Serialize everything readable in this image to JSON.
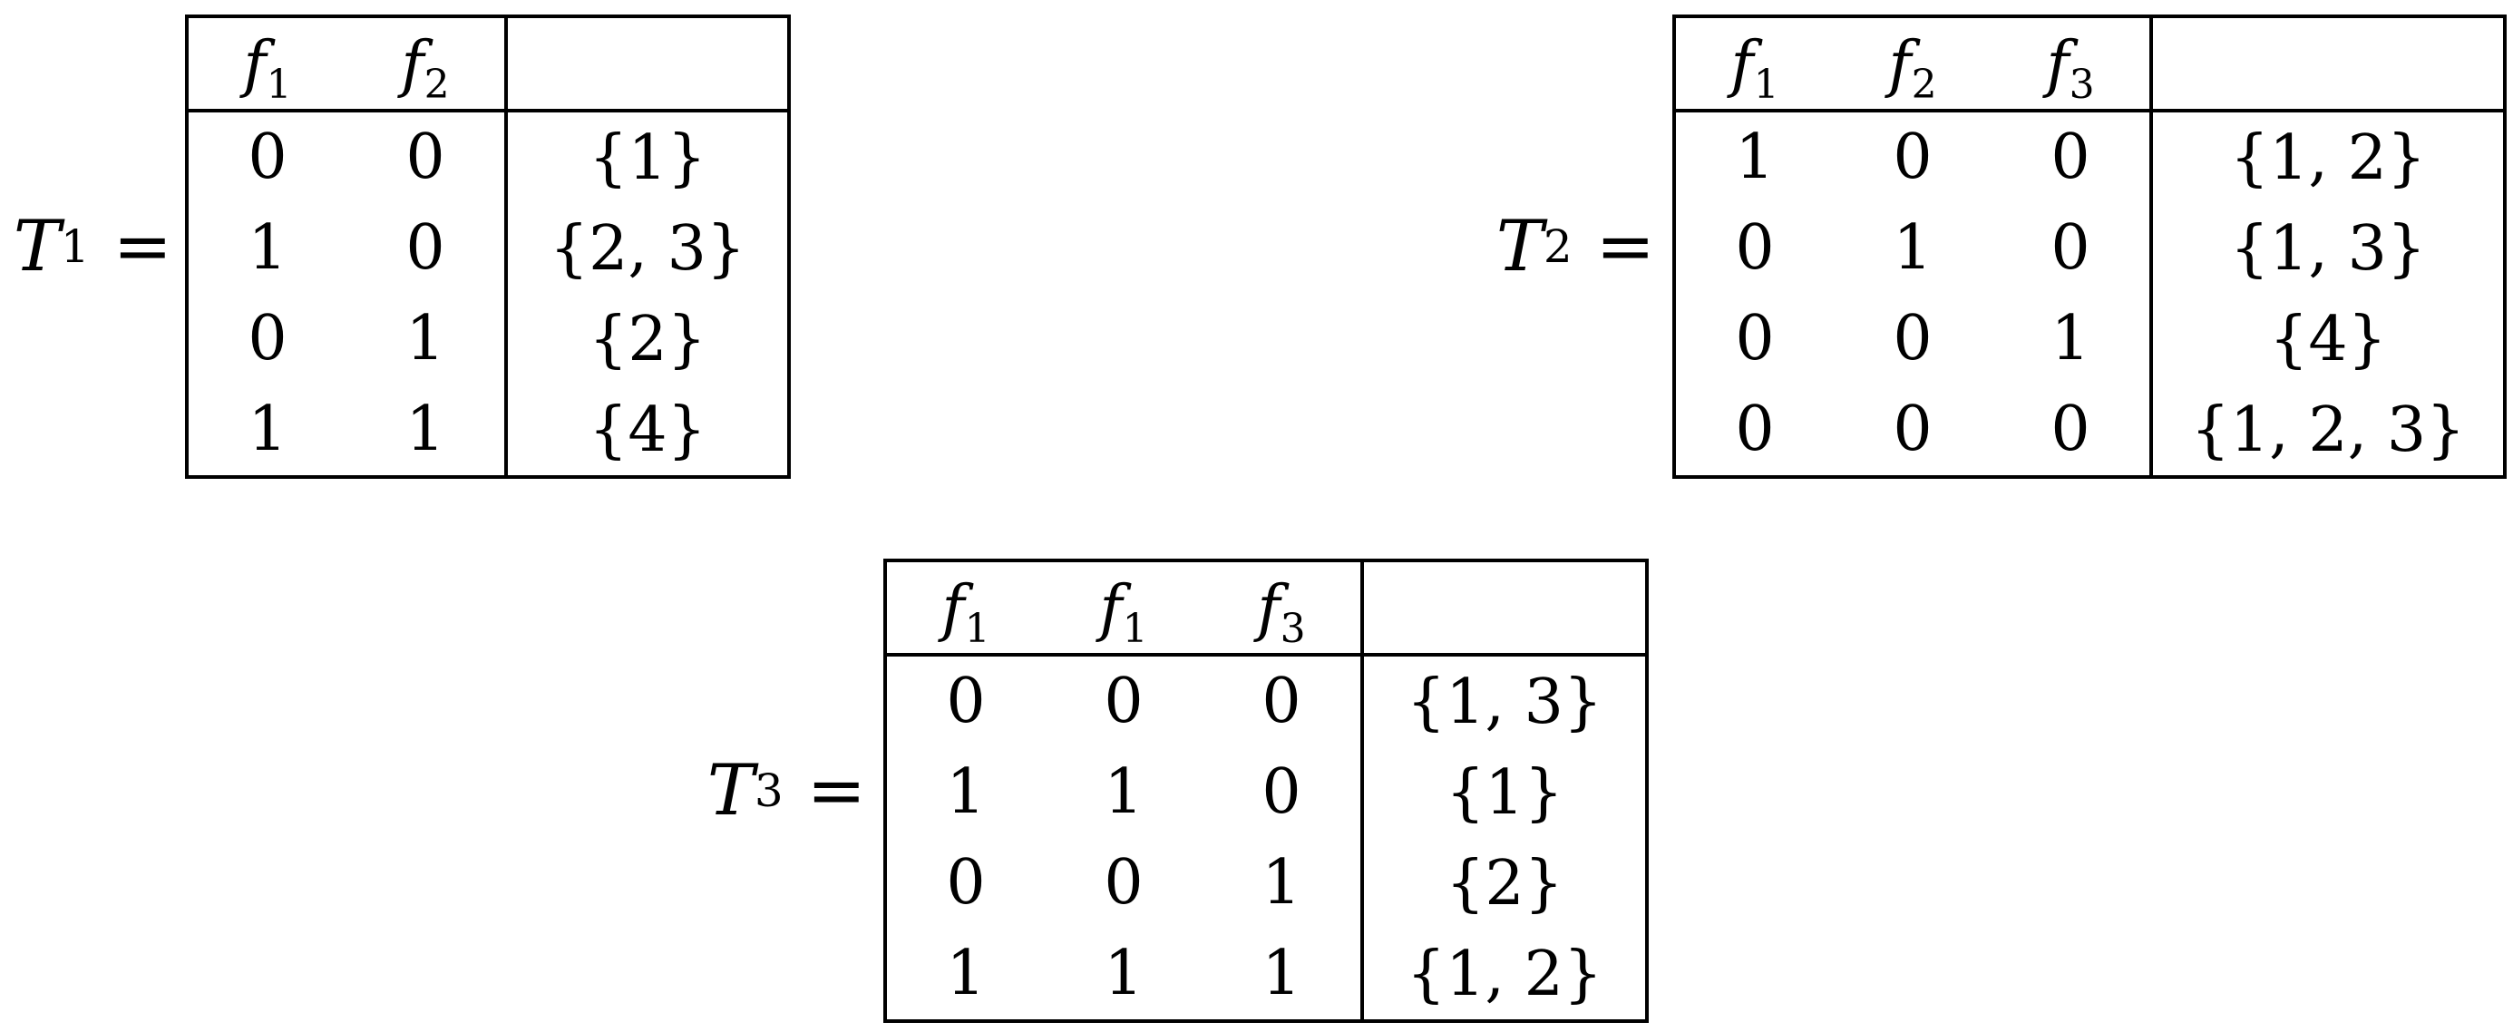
{
  "tables": [
    {
      "label_var": "T",
      "label_sub": "1",
      "equals": "=",
      "headers": [
        {
          "var": "f",
          "sub": "1"
        },
        {
          "var": "f",
          "sub": "2"
        }
      ],
      "set_header": "",
      "rows": [
        {
          "bits": [
            "0",
            "0"
          ],
          "set": "{1}"
        },
        {
          "bits": [
            "1",
            "0"
          ],
          "set": "{2, 3}"
        },
        {
          "bits": [
            "0",
            "1"
          ],
          "set": "{2}"
        },
        {
          "bits": [
            "1",
            "1"
          ],
          "set": "{4}"
        }
      ]
    },
    {
      "label_var": "T",
      "label_sub": "2",
      "equals": "=",
      "headers": [
        {
          "var": "f",
          "sub": "1"
        },
        {
          "var": "f",
          "sub": "2"
        },
        {
          "var": "f",
          "sub": "3"
        }
      ],
      "set_header": "",
      "rows": [
        {
          "bits": [
            "1",
            "0",
            "0"
          ],
          "set": "{1, 2}"
        },
        {
          "bits": [
            "0",
            "1",
            "0"
          ],
          "set": "{1, 3}"
        },
        {
          "bits": [
            "0",
            "0",
            "1"
          ],
          "set": "{4}"
        },
        {
          "bits": [
            "0",
            "0",
            "0"
          ],
          "set": "{1, 2, 3}"
        }
      ]
    },
    {
      "label_var": "T",
      "label_sub": "3",
      "equals": "=",
      "headers": [
        {
          "var": "f",
          "sub": "1"
        },
        {
          "var": "f",
          "sub": "1"
        },
        {
          "var": "f",
          "sub": "3"
        }
      ],
      "set_header": "",
      "rows": [
        {
          "bits": [
            "0",
            "0",
            "0"
          ],
          "set": "{1, 3}"
        },
        {
          "bits": [
            "1",
            "1",
            "0"
          ],
          "set": "{1}"
        },
        {
          "bits": [
            "0",
            "0",
            "1"
          ],
          "set": "{2}"
        },
        {
          "bits": [
            "1",
            "1",
            "1"
          ],
          "set": "{1, 2}"
        }
      ]
    }
  ]
}
